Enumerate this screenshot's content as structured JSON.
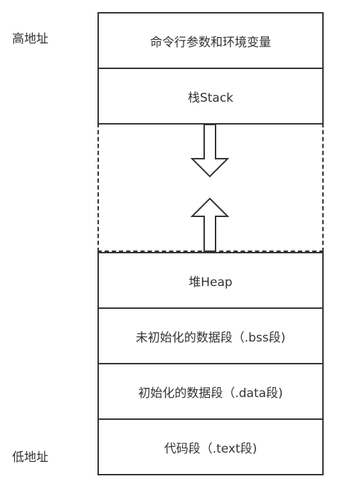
{
  "labels": {
    "high_address": "高地址",
    "low_address": "低地址"
  },
  "segments": [
    {
      "label": "命令行参数和环境变量"
    },
    {
      "label": "栈Stack"
    },
    {
      "label": "堆Heap"
    },
    {
      "label": "未初始化的数据段（.bss段)"
    },
    {
      "label": "初始化的数据段（.data段)"
    },
    {
      "label": "代码段（.text段)"
    }
  ],
  "colors": {
    "stroke": "#333333",
    "background": "#ffffff"
  },
  "icons": {
    "stack_growth": "arrow-down-icon",
    "heap_growth": "arrow-up-icon"
  }
}
